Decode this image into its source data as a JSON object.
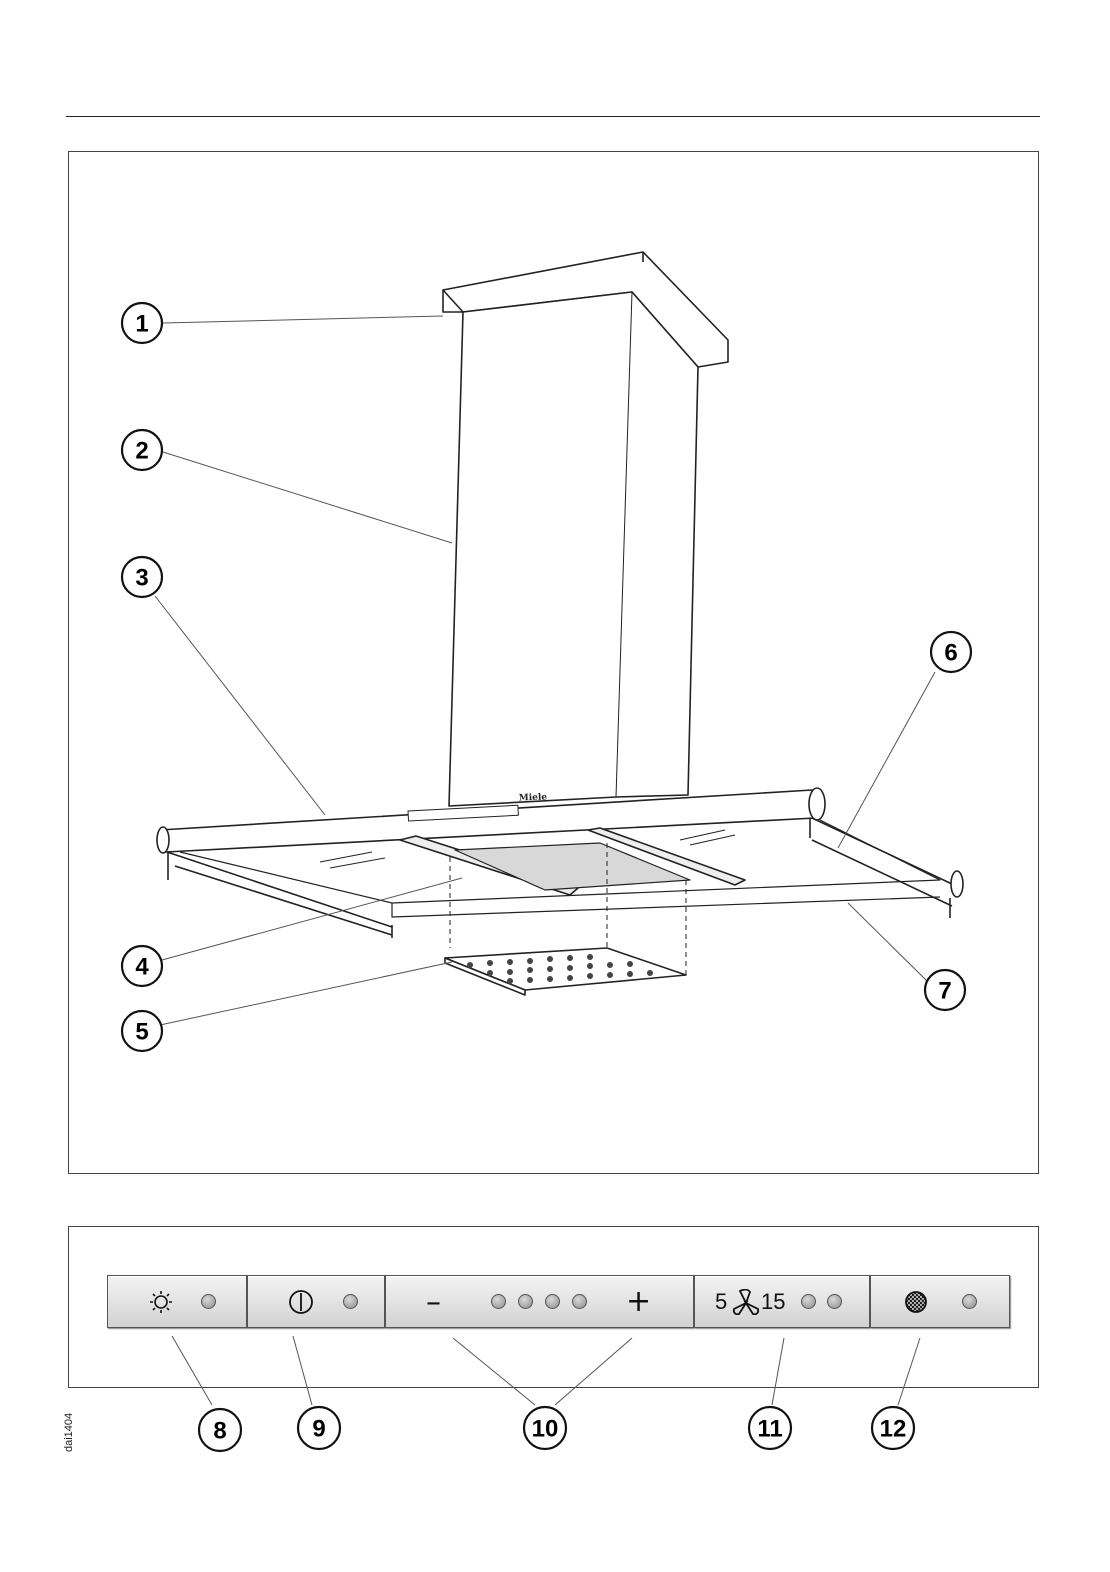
{
  "figure_code": "dai1404",
  "callouts": {
    "hood": [
      "1",
      "2",
      "3",
      "4",
      "5",
      "6",
      "7"
    ],
    "panel": [
      "8",
      "9",
      "10",
      "11",
      "12"
    ]
  },
  "brand_logo": "Miele",
  "panel": {
    "fan_timer_left": "5",
    "fan_timer_right": "15",
    "minus_symbol": "–",
    "plus_symbol": "+"
  },
  "icons": [
    "light-bulb-icon",
    "power-icon",
    "minus-icon",
    "plus-icon",
    "fan-icon",
    "filter-grid-icon",
    "led-indicator-icon"
  ]
}
